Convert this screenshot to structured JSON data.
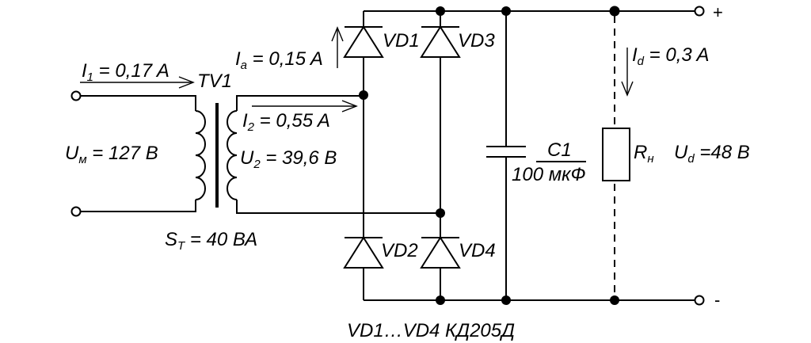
{
  "primary": {
    "current": {
      "sym": "I",
      "sub": "1",
      "val": " = 0,17 A"
    },
    "voltage": {
      "sym": "U",
      "sub": "м",
      "val": " = 127 В"
    }
  },
  "transformer": {
    "name": "TV1",
    "power": {
      "sym": "S",
      "sub": "T",
      "val": " = 40 ВА"
    }
  },
  "secondary": {
    "current": {
      "sym": "I",
      "sub": "2",
      "val": " = 0,55 A"
    },
    "voltage": {
      "sym": "U",
      "sub": "2",
      "val": " = 39,6 В"
    }
  },
  "bridge": {
    "anode_current": {
      "sym": "I",
      "sub": "a",
      "val": " = 0,15 A"
    },
    "diodes": [
      "VD1",
      "VD3",
      "VD2",
      "VD4"
    ],
    "caption": "VD1…VD4 КД205Д"
  },
  "capacitor": {
    "name": "C1",
    "value": "100 мкФ"
  },
  "load": {
    "resistor": {
      "sym": "R",
      "sub": "н"
    },
    "current": {
      "sym": "I",
      "sub": "d",
      "val": " = 0,3 A"
    },
    "voltage": {
      "sym": "U",
      "sub": "d",
      "val": " =48 В"
    }
  },
  "terminals": {
    "plus": "+",
    "minus": "-"
  }
}
